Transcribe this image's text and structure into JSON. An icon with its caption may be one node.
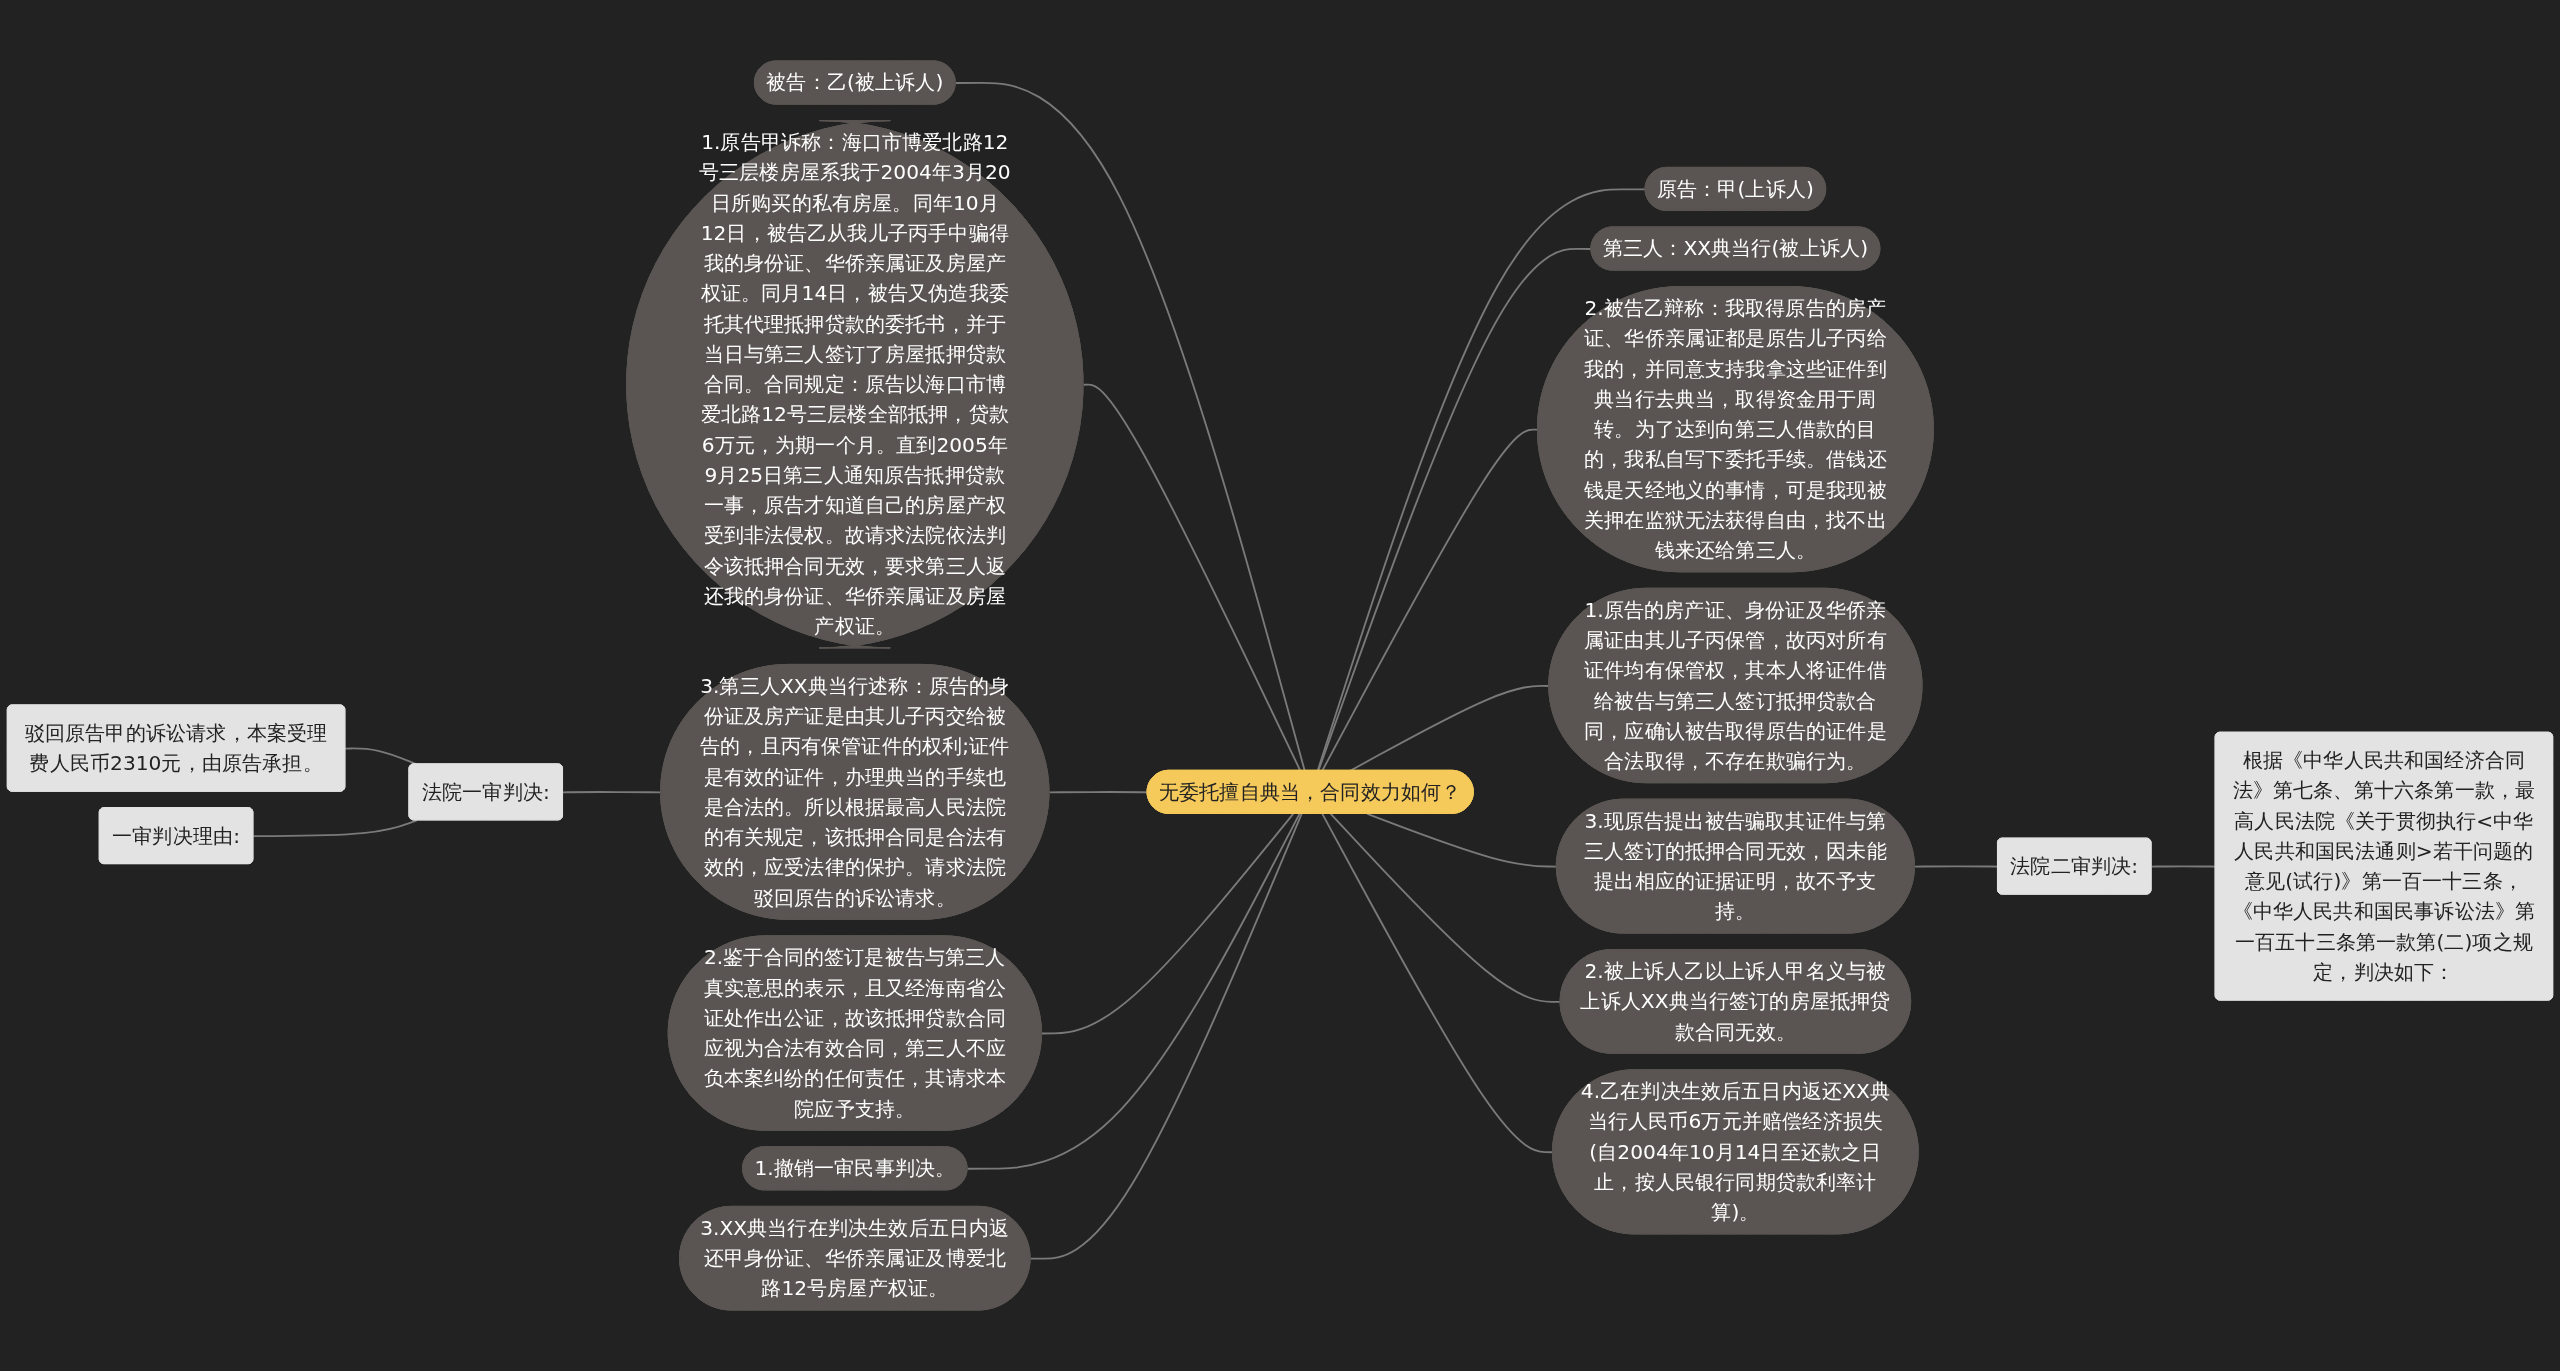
{
  "diagram": {
    "nodes": [
      {
        "text": [
          "无委托擅自典当，合同效力如何？"
        ]
      },
      {
        "text": [
          "原告：甲(上诉人)"
        ]
      },
      {
        "text": [
          "第三人：XX典当行(被上诉人)"
        ]
      },
      {
        "text": [
          "2.被告乙辩称：我取得原告的房产证、华侨亲属证都是原告儿子丙给我的，并同意支持我拿这些证件到典当行去典当，取得资金用于周转。为了达到向第三人借款的目的，我私自写下委托手续。借钱还钱是天经地义的事情，可是我现被关押在监狱无法获得自由，找不出钱来还给第三人。"
        ]
      },
      {
        "text": [
          "1.原告的房产证、身份证及华侨亲属证由其儿子丙保管，故丙对所有证件均有保管权，其本人将证件借给被告与第三人签订抵押贷款合同，应确认被告取得原告的证件是合法取得，不存在欺骗行为。"
        ]
      },
      {
        "text": [
          "3.现原告提出被告骗取其证件与第三人签订的抵押合同无效，因未能提出相应的证据证明，故不予支持。"
        ]
      },
      {
        "text": [
          "法院二审判决:"
        ]
      },
      {
        "text": [
          "根据《中华人民共和国经济合同法》第七条、第十六条第一款，最高人民法院《关于贯彻执行<中华人民共和国民法通则>若干问题的意见(试行)》第一百一十三条，《中华人民共和国民事诉讼法》第一百五十三条第一款第(二)项之规定，判决如下："
        ]
      },
      {
        "text": [
          "2.被上诉人乙以上诉人甲名义与被上诉人XX典当行签订的房屋抵押贷款合同无效。"
        ]
      },
      {
        "text": [
          "4.乙在判决生效后五日内返还XX典当行人民币6万元并赔偿经济损失(自2004年10月14日至还款之日止，按人民银行同期贷款利率计算)。"
        ]
      },
      {
        "text": [
          "被告：乙(被上诉人)"
        ]
      },
      {
        "text": [
          "1.原告甲诉称：海口市博爱北路12号三层楼房屋系我于2004年3月20日所购买的私有房屋。同年10月12日，被告乙从我儿子丙手中骗得我的身份证、华侨亲属证及房屋产权证。同月14日，被告又伪造我委托其代理抵押贷款的委托书，并于当日与第三人签订了房屋抵押贷款合同。合同规定：原告以海口市博爱北路12号三层楼全部抵押，贷款6万元，为期一个月。直到2005年9月25日第三人通知原告抵押贷款一事，原告才知道自己的房屋产权受到非法侵权。故请求法院依法判令该抵押合同无效，要求第三人返还我的身份证、华侨亲属证及房屋产权证。"
        ]
      },
      {
        "text": [
          "3.第三人XX典当行述称：原告的身份证及房产证是由其儿子丙交给被告的，且丙有保管证件的权利;证件是有效的证件，办理典当的手续也是合法的。所以根据最高人民法院的有关规定，该抵押合同是合法有效的，应受法律的保护。请求法院驳回原告的诉讼请求。"
        ]
      },
      {
        "text": [
          "法院一审判决:"
        ]
      },
      {
        "text": [
          "驳回原告甲的诉讼请求，本案受理费人民币2310元，由原告承担。"
        ]
      },
      {
        "text": [
          "一审判决理由:"
        ]
      },
      {
        "text": [
          "2.鉴于合同的签订是被告与第三人真实意思的表示，且又经海南省公证处作出公证，故该抵押贷款合同应视为合法有效合同，第三人不应负本案纠纷的任何责任，其请求本院应予支持。"
        ]
      },
      {
        "text": [
          "1.撤销一审民事判决。"
        ]
      },
      {
        "text": [
          "3.XX典当行在判决生效后五日内返还甲身份证、华侨亲属证及博爱北路12号房屋产权证。"
        ]
      }
    ],
    "edges": [
      {
        "from": 0,
        "to": 1,
        "arrow": "none"
      },
      {
        "from": 0,
        "to": 2,
        "arrow": "none"
      },
      {
        "from": 0,
        "to": 3,
        "arrow": "none"
      },
      {
        "from": 0,
        "to": 4,
        "arrow": "none"
      },
      {
        "from": 0,
        "to": 5,
        "arrow": "none"
      },
      {
        "from": 5,
        "to": 6,
        "arrow": "none"
      },
      {
        "from": 6,
        "to": 7,
        "arrow": "none"
      },
      {
        "from": 0,
        "to": 8,
        "arrow": "none"
      },
      {
        "from": 0,
        "to": 9,
        "arrow": "none"
      },
      {
        "from": 0,
        "to": 10,
        "arrow": "none"
      },
      {
        "from": 0,
        "to": 11,
        "arrow": "none"
      },
      {
        "from": 0,
        "to": 12,
        "arrow": "none"
      },
      {
        "from": 12,
        "to": 13,
        "arrow": "none"
      },
      {
        "from": 13,
        "to": 14,
        "arrow": "none"
      },
      {
        "from": 13,
        "to": 15,
        "arrow": "none"
      },
      {
        "from": 0,
        "to": 16,
        "arrow": "none"
      },
      {
        "from": 0,
        "to": 17,
        "arrow": "none"
      },
      {
        "from": 0,
        "to": 18,
        "arrow": "none"
      }
    ]
  }
}
